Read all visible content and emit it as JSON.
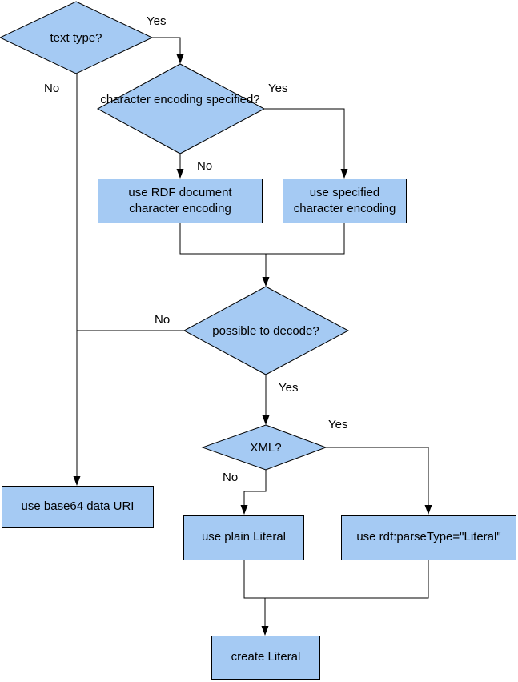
{
  "diagram": {
    "description": "Flowchart deciding how to encode text content as an RDF literal",
    "colors": {
      "node_fill": "#a5caf3",
      "node_border": "#000000",
      "connector": "#000000",
      "background": "#ffffff",
      "text": "#000000"
    },
    "nodes": {
      "text_type": {
        "type": "decision",
        "label": "text type?"
      },
      "char_encoding_specified": {
        "type": "decision",
        "label": "character encoding specified?"
      },
      "use_rdf_document_encoding": {
        "type": "process",
        "label": "use RDF document character encoding"
      },
      "use_specified_encoding": {
        "type": "process",
        "label": "use specified character encoding"
      },
      "possible_to_decode": {
        "type": "decision",
        "label": "possible to decode?"
      },
      "xml": {
        "type": "decision",
        "label": "XML?"
      },
      "use_base64_data_uri": {
        "type": "process",
        "label": "use base64 data URI"
      },
      "use_plain_literal": {
        "type": "process",
        "label": "use plain Literal"
      },
      "use_rdf_parsetype_literal": {
        "type": "process",
        "label": "use rdf:parseType=\"Literal\""
      },
      "create_literal": {
        "type": "process",
        "label": "create Literal"
      }
    },
    "edge_labels": {
      "text_type_yes": "Yes",
      "text_type_no": "No",
      "char_encoding_yes": "Yes",
      "char_encoding_no": "No",
      "decode_no": "No",
      "decode_yes": "Yes",
      "xml_yes": "Yes",
      "xml_no": "No"
    }
  }
}
